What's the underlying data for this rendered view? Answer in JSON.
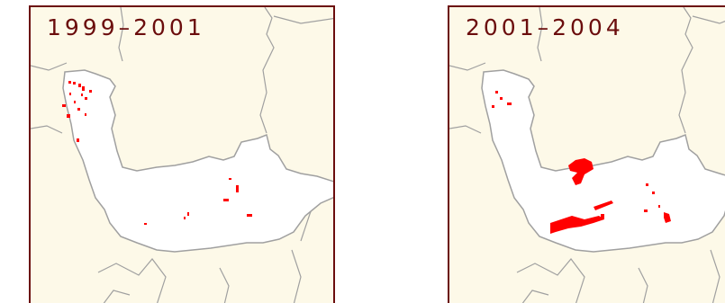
{
  "maps": [
    {
      "id": "map-1999-2001",
      "title": "1999–2001"
    },
    {
      "id": "map-2001-2004",
      "title": "2001–2004"
    }
  ],
  "colors": {
    "frame": "#6b0d0d",
    "background": "#fdf9e8",
    "region_fill": "#ffffff",
    "boundary": "#a0a0a0",
    "detections": "#ff0000"
  }
}
